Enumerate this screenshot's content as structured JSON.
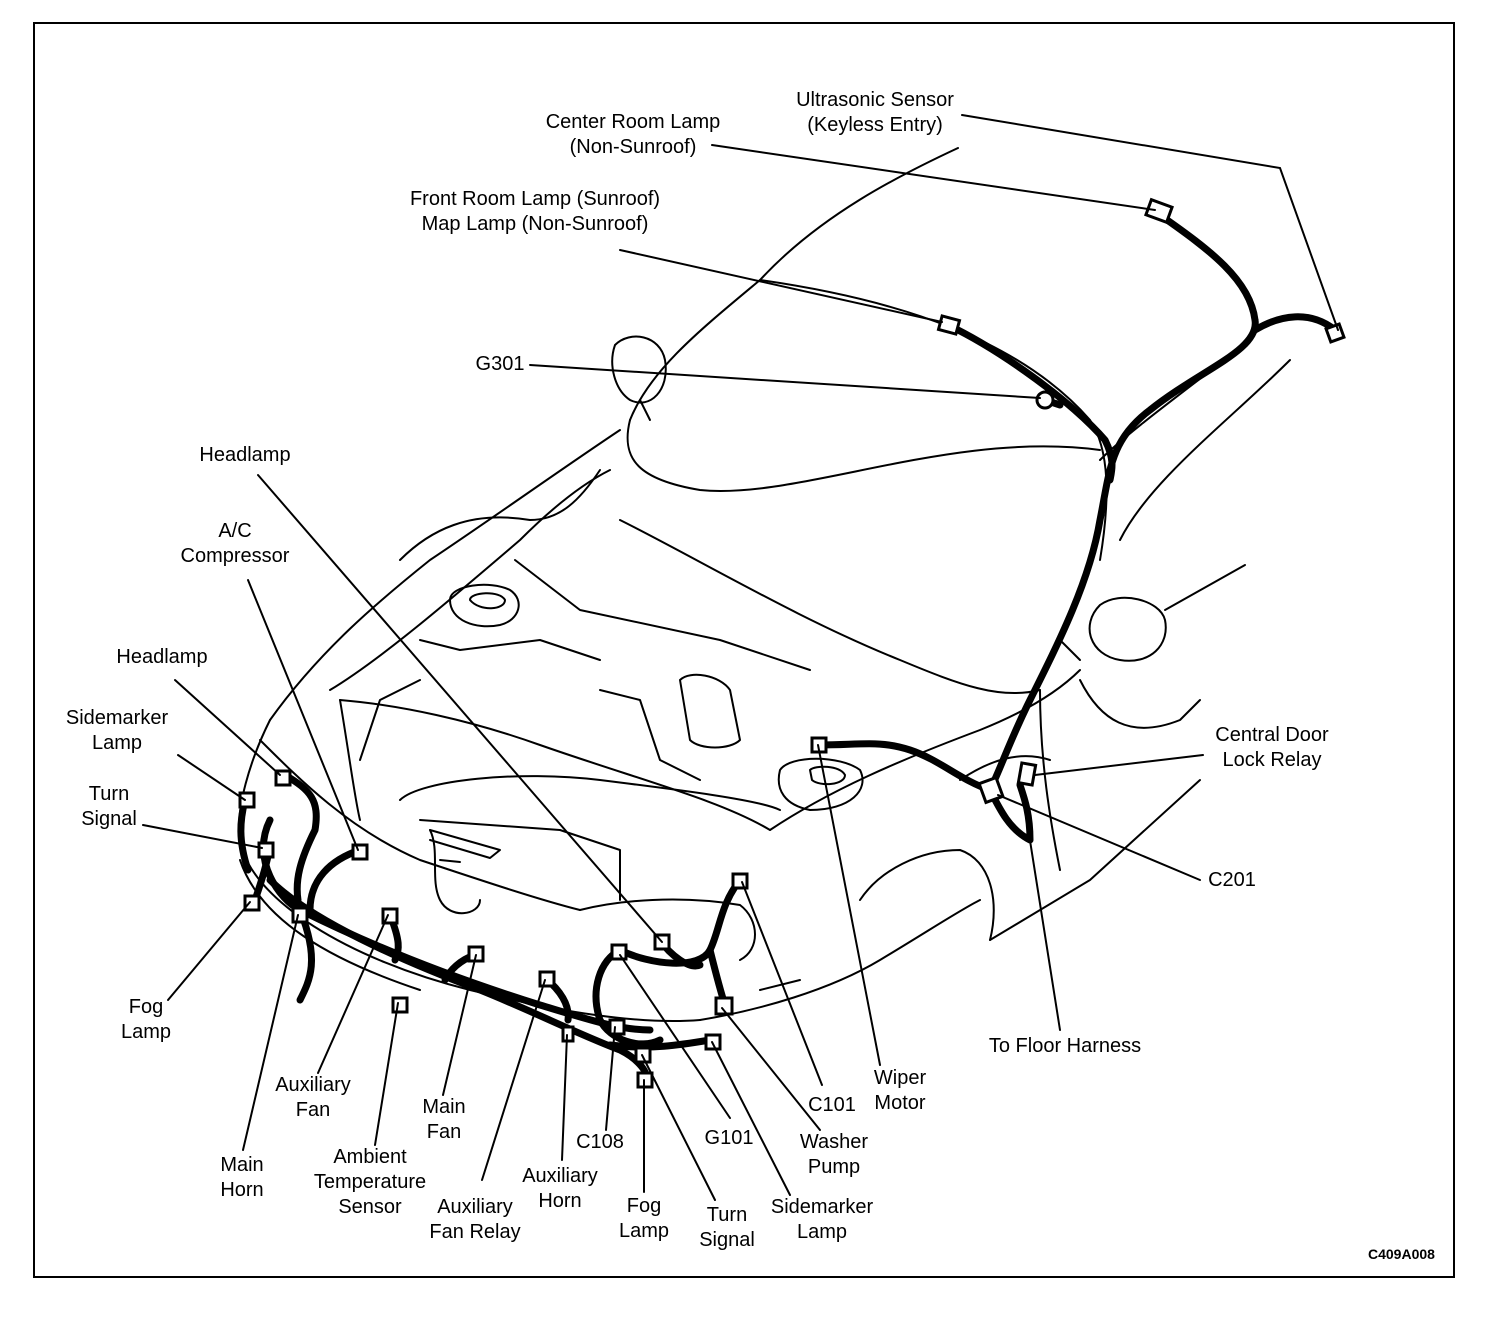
{
  "labels": {
    "ultrasonic_sensor": [
      "Ultrasonic Sensor",
      "(Keyless Entry)"
    ],
    "center_room_lamp": [
      "Center Room Lamp",
      "(Non-Sunroof)"
    ],
    "front_room_lamp": [
      "Front Room Lamp (Sunroof)",
      "Map Lamp (Non-Sunroof)"
    ],
    "g301": [
      "G301"
    ],
    "headlamp_top": [
      "Headlamp"
    ],
    "ac_compressor": [
      "A/C",
      "Compressor"
    ],
    "headlamp_left": [
      "Headlamp"
    ],
    "sidemarker_lamp_left": [
      "Sidemarker",
      "Lamp"
    ],
    "turn_signal_left": [
      "Turn",
      "Signal"
    ],
    "fog_lamp_left": [
      "Fog",
      "Lamp"
    ],
    "central_door_lock_relay": [
      "Central Door",
      "Lock Relay"
    ],
    "c201": [
      "C201"
    ],
    "to_floor_harness": [
      "To Floor Harness"
    ],
    "wiper_motor": [
      "Wiper",
      "Motor"
    ],
    "c101": [
      "C101"
    ],
    "washer_pump": [
      "Washer",
      "Pump"
    ],
    "g101": [
      "G101"
    ],
    "sidemarker_lamp_right": [
      "Sidemarker",
      "Lamp"
    ],
    "turn_signal_right": [
      "Turn",
      "Signal"
    ],
    "fog_lamp_right": [
      "Fog",
      "Lamp"
    ],
    "c108": [
      "C108"
    ],
    "auxiliary_horn": [
      "Auxiliary",
      "Horn"
    ],
    "auxiliary_fan_relay": [
      "Auxiliary",
      "Fan Relay"
    ],
    "main_fan": [
      "Main",
      "Fan"
    ],
    "ambient_temperature_sensor": [
      "Ambient",
      "Temperature",
      "Sensor"
    ],
    "auxiliary_fan": [
      "Auxiliary",
      "Fan"
    ],
    "main_horn": [
      "Main",
      "Horn"
    ]
  },
  "figure_code": "C409A008"
}
